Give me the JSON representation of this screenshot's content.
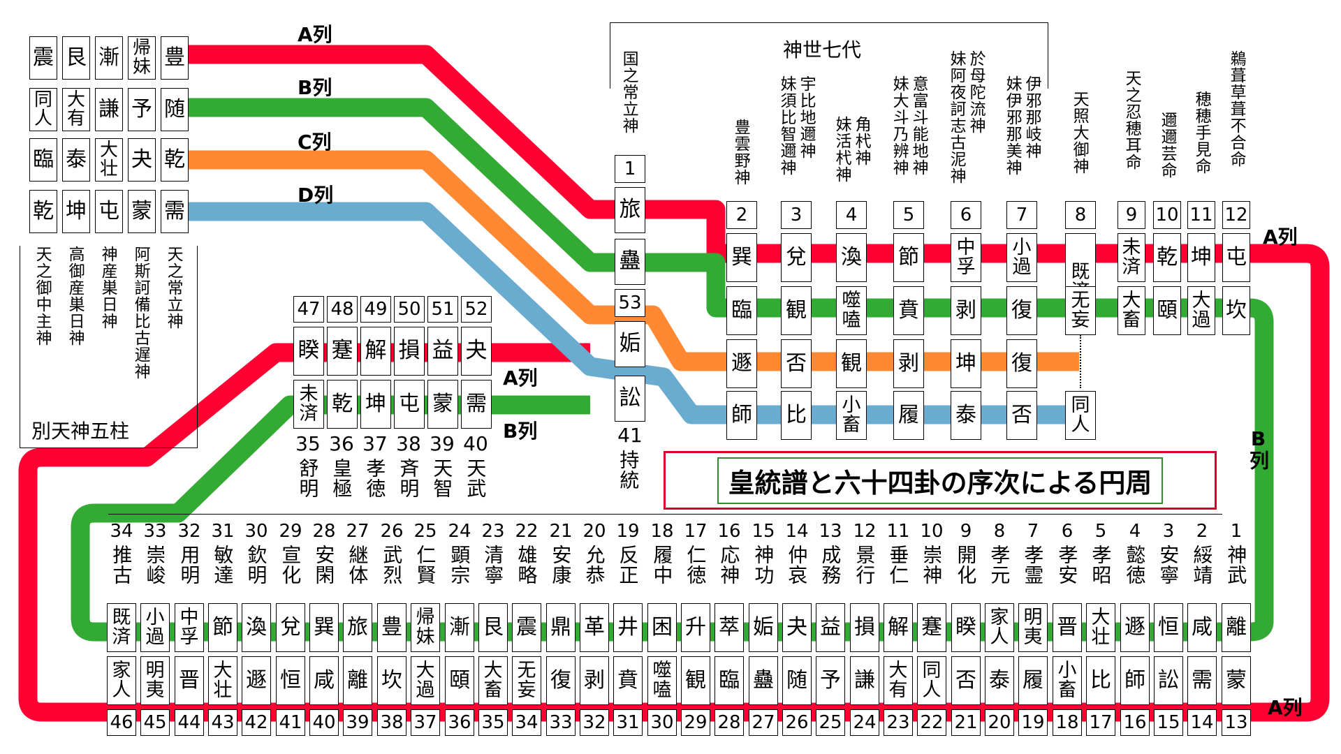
{
  "title": "皇統譜と六十四卦の序次による円周",
  "colors": {
    "A": "#ff0033",
    "B": "#33aa33",
    "C": "#ff8833",
    "D": "#6aabd0"
  },
  "series_labels": {
    "A": "A列",
    "B": "B列",
    "C": "C列",
    "D": "D列"
  },
  "group_labels": {
    "betsu": "別天神五柱",
    "kamiyo": "神世七代"
  },
  "betsu": {
    "gods": [
      "天之御中主神",
      "高御産巣日神",
      "神産巣日神",
      "阿斯訶備比古遅神",
      "天之常立神"
    ],
    "hex": [
      [
        "震",
        "同人",
        "臨",
        "乾"
      ],
      [
        "艮",
        "大有",
        "泰",
        "坤"
      ],
      [
        "漸",
        "謙",
        "大壮",
        "屯"
      ],
      [
        "帰妹",
        "予",
        "夬",
        "蒙"
      ],
      [
        "豊",
        "随",
        "乾",
        "需"
      ]
    ]
  },
  "kamiyo": {
    "gods": [
      {
        "num": "1",
        "names": [
          "国之常立神"
        ]
      },
      {
        "num": "2",
        "names": [
          "豊雲野神"
        ]
      },
      {
        "num": "3",
        "names": [
          "宇比地邇神",
          "妹須比智邇神"
        ]
      },
      {
        "num": "4",
        "names": [
          "角杙神",
          "妹活杙神"
        ]
      },
      {
        "num": "5",
        "names": [
          "意富斗能地神",
          "妹大斗乃辨神"
        ]
      },
      {
        "num": "6",
        "names": [
          "於母陀流神",
          "妹阿夜訶志古泥神"
        ]
      },
      {
        "num": "7",
        "names": [
          "伊邪那岐神",
          "妹伊邪那美神"
        ]
      },
      {
        "num": "8",
        "names": [
          "天照大御神"
        ]
      },
      {
        "num": "9",
        "names": [
          "天之忍穂耳命"
        ]
      },
      {
        "num": "10",
        "names": [
          "邇邇芸命"
        ]
      },
      {
        "num": "11",
        "names": [
          "穂穂手見命"
        ]
      },
      {
        "num": "12",
        "names": [
          "鵜葺草葺不合命"
        ]
      }
    ],
    "col1": {
      "hex": [
        "旅",
        "蠱",
        "姤",
        "訟"
      ],
      "num53": "53",
      "bottom_num": "41",
      "bottom_name": "持統"
    },
    "cols": [
      [
        "巽",
        "臨",
        "遯",
        "師"
      ],
      [
        "兌",
        "観",
        "否",
        "比"
      ],
      [
        "渙",
        "噬嗑",
        "観",
        "小畜"
      ],
      [
        "節",
        "賁",
        "剥",
        "履"
      ],
      [
        "中孚",
        "剥",
        "坤",
        "泰"
      ],
      [
        "小過",
        "復",
        "復",
        "否"
      ],
      [
        "既済",
        "无妄",
        "",
        "同人"
      ],
      [
        "未済",
        "大畜"
      ],
      [
        "乾",
        "頤"
      ],
      [
        "坤",
        "大過"
      ],
      [
        "屯",
        "坎"
      ]
    ]
  },
  "middle": {
    "top_nums": [
      "47",
      "48",
      "49",
      "50",
      "51",
      "52"
    ],
    "row_a": [
      "睽",
      "蹇",
      "解",
      "損",
      "益",
      "夬"
    ],
    "row_b": [
      "未済",
      "乾",
      "坤",
      "屯",
      "蒙",
      "需"
    ],
    "bottom_nums": [
      "35",
      "36",
      "37",
      "38",
      "39",
      "40"
    ],
    "bottom_names": [
      "舒明",
      "皇極",
      "孝徳",
      "斉明",
      "天智",
      "天武"
    ]
  },
  "bottom": [
    {
      "n": "34",
      "name": "推古",
      "b": "既済",
      "a": "家人",
      "m": "46"
    },
    {
      "n": "33",
      "name": "崇峻",
      "b": "小過",
      "a": "明夷",
      "m": "45"
    },
    {
      "n": "32",
      "name": "用明",
      "b": "中孚",
      "a": "晋",
      "m": "44"
    },
    {
      "n": "31",
      "name": "敏達",
      "b": "節",
      "a": "大壮",
      "m": "43"
    },
    {
      "n": "30",
      "name": "欽明",
      "b": "渙",
      "a": "遯",
      "m": "42"
    },
    {
      "n": "29",
      "name": "宣化",
      "b": "兌",
      "a": "恒",
      "m": "41"
    },
    {
      "n": "28",
      "name": "安閑",
      "b": "巽",
      "a": "咸",
      "m": "40"
    },
    {
      "n": "27",
      "name": "継体",
      "b": "旅",
      "a": "離",
      "m": "39"
    },
    {
      "n": "26",
      "name": "武烈",
      "b": "豊",
      "a": "坎",
      "m": "38"
    },
    {
      "n": "25",
      "name": "仁賢",
      "b": "帰妹",
      "a": "大過",
      "m": "37"
    },
    {
      "n": "24",
      "name": "顕宗",
      "b": "漸",
      "a": "頤",
      "m": "36"
    },
    {
      "n": "23",
      "name": "清寧",
      "b": "艮",
      "a": "大畜",
      "m": "35"
    },
    {
      "n": "22",
      "name": "雄略",
      "b": "震",
      "a": "无妄",
      "m": "34"
    },
    {
      "n": "21",
      "name": "安康",
      "b": "鼎",
      "a": "復",
      "m": "33"
    },
    {
      "n": "20",
      "name": "允恭",
      "b": "革",
      "a": "剥",
      "m": "32"
    },
    {
      "n": "19",
      "name": "反正",
      "b": "井",
      "a": "賁",
      "m": "31"
    },
    {
      "n": "18",
      "name": "履中",
      "b": "困",
      "a": "噬嗑",
      "m": "30"
    },
    {
      "n": "17",
      "name": "仁徳",
      "b": "升",
      "a": "観",
      "m": "29"
    },
    {
      "n": "16",
      "name": "応神",
      "b": "萃",
      "a": "臨",
      "m": "28"
    },
    {
      "n": "15",
      "name": "神功",
      "b": "姤",
      "a": "蠱",
      "m": "27"
    },
    {
      "n": "14",
      "name": "仲哀",
      "b": "夬",
      "a": "随",
      "m": "26"
    },
    {
      "n": "13",
      "name": "成務",
      "b": "益",
      "a": "予",
      "m": "25"
    },
    {
      "n": "12",
      "name": "景行",
      "b": "損",
      "a": "謙",
      "m": "24"
    },
    {
      "n": "11",
      "name": "垂仁",
      "b": "解",
      "a": "大有",
      "m": "23"
    },
    {
      "n": "10",
      "name": "崇神",
      "b": "蹇",
      "a": "同人",
      "m": "22"
    },
    {
      "n": "9",
      "name": "開化",
      "b": "睽",
      "a": "否",
      "m": "21"
    },
    {
      "n": "8",
      "name": "孝元",
      "b": "家人",
      "a": "泰",
      "m": "20"
    },
    {
      "n": "7",
      "name": "孝霊",
      "b": "明夷",
      "a": "履",
      "m": "19"
    },
    {
      "n": "6",
      "name": "孝安",
      "b": "晋",
      "a": "小畜",
      "m": "18"
    },
    {
      "n": "5",
      "name": "孝昭",
      "b": "大壮",
      "a": "比",
      "m": "17"
    },
    {
      "n": "4",
      "name": "懿徳",
      "b": "遯",
      "a": "師",
      "m": "16"
    },
    {
      "n": "3",
      "name": "安寧",
      "b": "恒",
      "a": "訟",
      "m": "15"
    },
    {
      "n": "2",
      "name": "綏靖",
      "b": "咸",
      "a": "需",
      "m": "14"
    },
    {
      "n": "1",
      "name": "神武",
      "b": "離",
      "a": "蒙",
      "m": "13"
    }
  ]
}
